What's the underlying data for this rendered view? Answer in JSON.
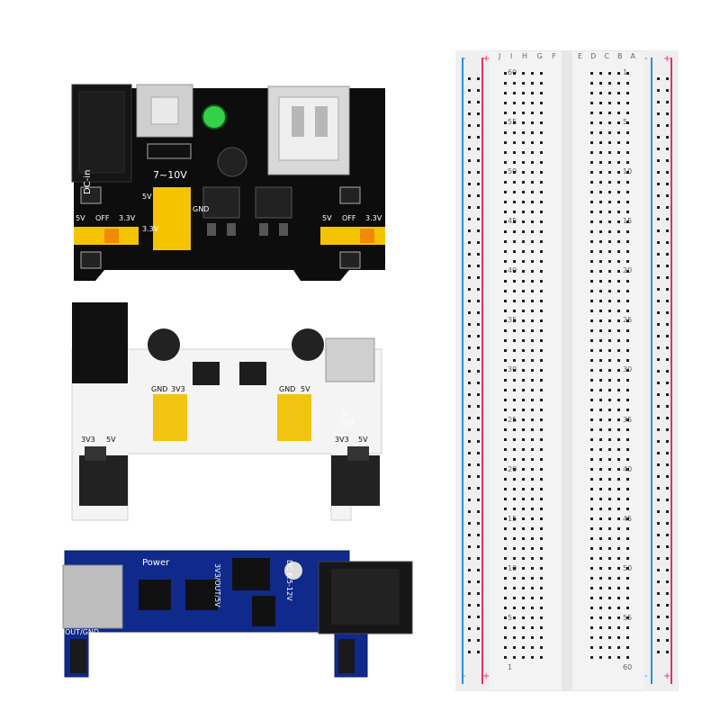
{
  "board1": {
    "dc_label": "DC-in",
    "voltage_label": "7~10V",
    "pin_plus": "+",
    "pin_minus": "-",
    "left_rail": {
      "v5": "5V",
      "off": "OFF",
      "v33": "3.3V"
    },
    "right_rail": {
      "v5": "5V",
      "off": "OFF",
      "v33": "3.3V"
    },
    "header_labels": {
      "v5": "5V",
      "v33": "3.3V",
      "gnd": "GND"
    },
    "colors": {
      "pcb": "#0d0d0d",
      "jumper": "#f5c400",
      "led": "#35d04a",
      "silk": "#ffffff"
    }
  },
  "board2": {
    "left_top": {
      "gnd": "GND",
      "v33": "3V3"
    },
    "right_top": {
      "gnd": "GND",
      "v5": "5V"
    },
    "left_bottom": {
      "v33": "3V3",
      "v5": "5V"
    },
    "right_bottom": {
      "v33": "3V3",
      "v5": "5V"
    },
    "fuse": {
      "line1": "JK",
      "line2": "050"
    },
    "colors": {
      "pcb": "#f4f4f4",
      "header": "#f1c40f"
    }
  },
  "board3": {
    "power_label": "Power",
    "out_label": "OUT/GND",
    "switch_label": "3V3/OUT/5V",
    "dc_label": "DC 6.5-12V",
    "colors": {
      "pcb": "#0f2a8a",
      "silk": "#ffffff"
    }
  },
  "breadboard": {
    "rail_plus": "+",
    "rail_minus": "-",
    "cols_left": [
      "J",
      "I",
      "H",
      "G",
      "F"
    ],
    "cols_right": [
      "E",
      "D",
      "C",
      "B",
      "A"
    ],
    "row_numbers": [
      "60",
      "55",
      "50",
      "45",
      "40",
      "35",
      "30",
      "25",
      "20",
      "15",
      "10",
      "5",
      "1"
    ],
    "row_numbers_right": [
      "1",
      "5",
      "10",
      "15",
      "20",
      "25",
      "30",
      "35",
      "40",
      "45",
      "50",
      "55",
      "60"
    ],
    "colors": {
      "body": "#f3f3f3",
      "red_line": "#e0306a",
      "blue_line": "#2b8fd6"
    }
  }
}
